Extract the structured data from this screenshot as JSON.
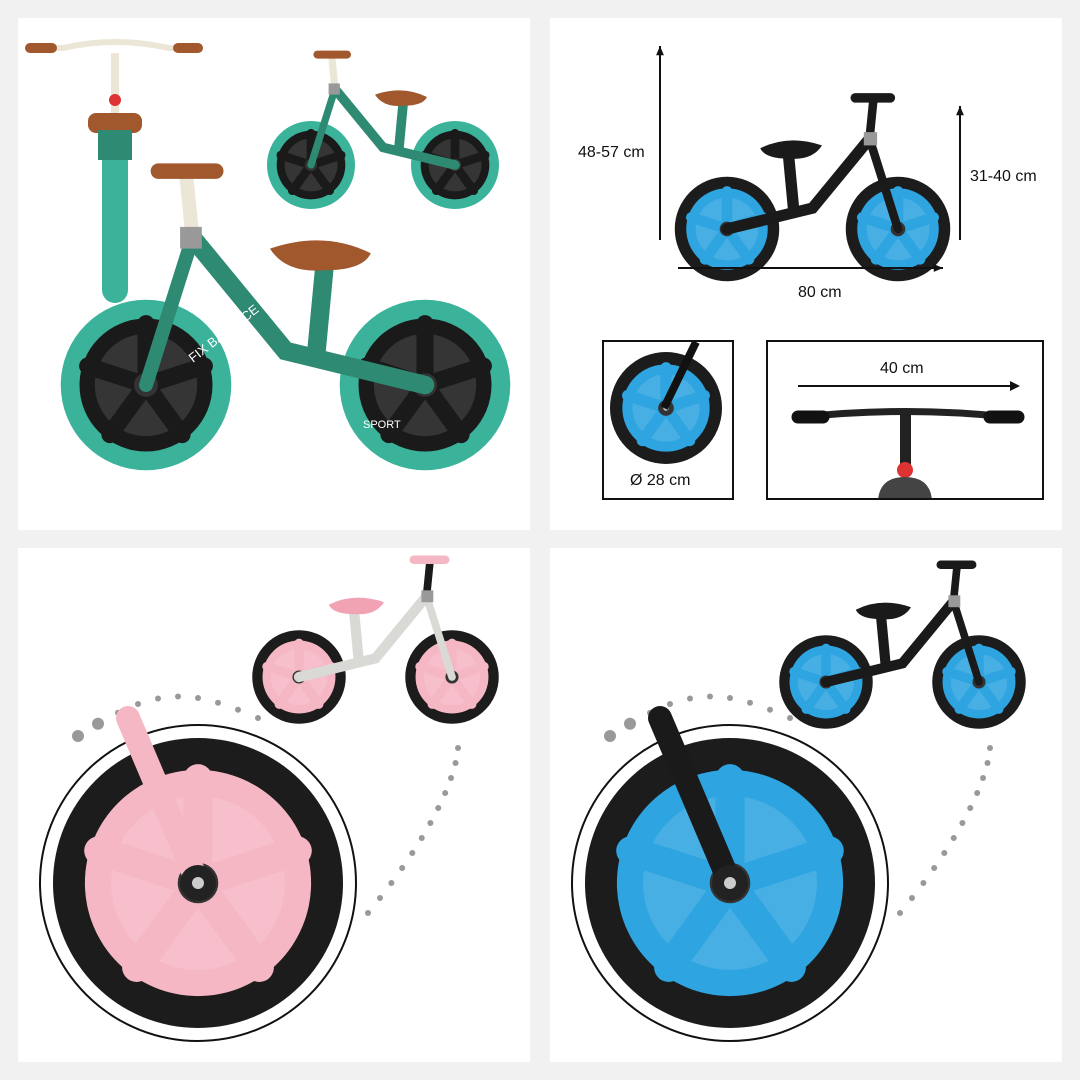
{
  "dimensions": {
    "height_label": "48-57 cm",
    "seat_height_label": "31-40 cm",
    "length_label": "80 cm",
    "wheel_label": "Ø 28 cm",
    "handlebar_label": "40 cm"
  },
  "branding": {
    "model": "FIX BALANCE",
    "sport": "SPORT"
  },
  "variants": {
    "teal": {
      "frame": "#2f8a73",
      "tire": "#3bb39a",
      "rim": "#1a1a1a",
      "seat": "#a0582c",
      "grip": "#a0582c",
      "stem": "#ece6d6"
    },
    "black": {
      "frame": "#1a1a1a",
      "tire": "#1c1c1c",
      "rim": "#2ea4e0",
      "seat": "#1a1a1a",
      "grip": "#1a1a1a",
      "stem": "#1a1a1a"
    },
    "pink": {
      "frame": "#d9d9d6",
      "tire": "#1c1c1c",
      "rim": "#f5b7c4",
      "seat": "#f2a3b3",
      "grip": "#f5b7c4",
      "stem": "#1a1a1a"
    }
  }
}
